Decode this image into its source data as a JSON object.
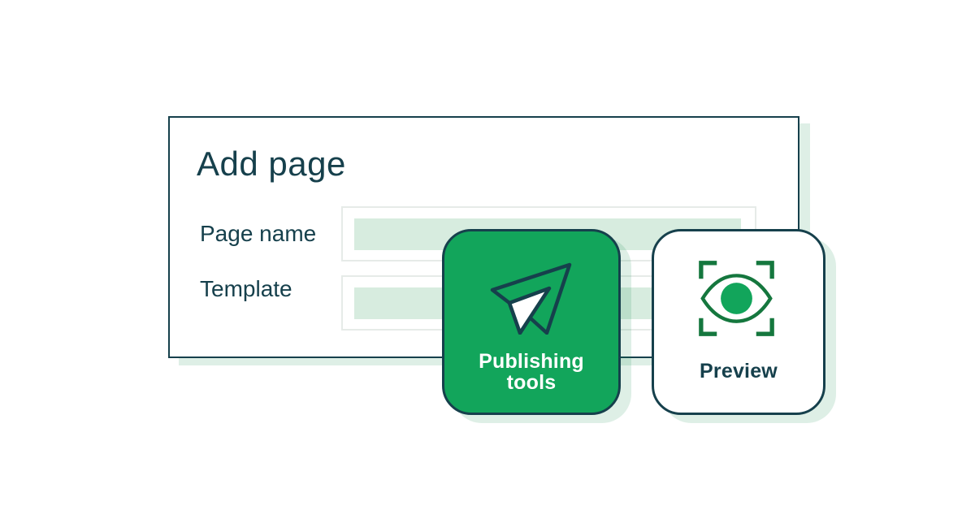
{
  "dialog": {
    "title": "Add page",
    "fields": [
      {
        "label": "Page name",
        "value": ""
      },
      {
        "label": "Template",
        "value": ""
      }
    ]
  },
  "cards": [
    {
      "id": "publishing-tools",
      "label": "Publishing tools",
      "label_lines": [
        "Publishing",
        "tools"
      ],
      "icon": "paper-plane-icon"
    },
    {
      "id": "preview",
      "label": "Preview",
      "icon": "eye-preview-icon"
    }
  ],
  "colors": {
    "accent_green": "#12A55B",
    "dark_teal": "#16404C",
    "icon_dark_green": "#15773E",
    "light_green_fill": "#D7ECDF",
    "shadow_green": "#DEEFE6",
    "field_border": "#E6EBE8"
  }
}
